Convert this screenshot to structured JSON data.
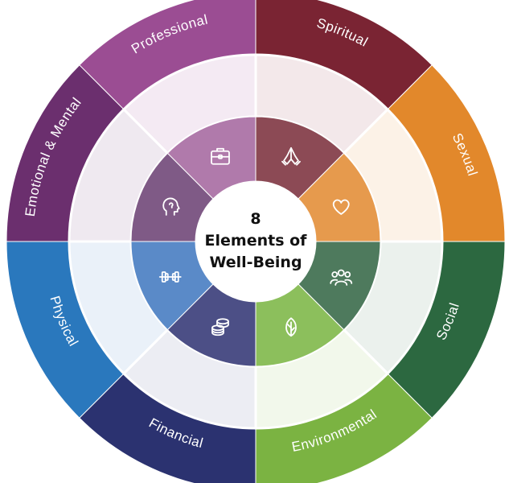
{
  "center": {
    "line1": "8",
    "line2": "Elements of",
    "line3": "Well-Being"
  },
  "segments": [
    {
      "label": "Professional",
      "color": "#9b4d93",
      "tint": "#f4eaf3",
      "icon_color": "#b07aab",
      "icon": "briefcase-icon"
    },
    {
      "label": "Spiritual",
      "color": "#7a2433",
      "tint": "#f3e8ea",
      "icon_color": "#8c4a55",
      "icon": "praying-hands-icon"
    },
    {
      "label": "Sexual",
      "color": "#e2882b",
      "tint": "#fcf2e7",
      "icon_color": "#e69a4d",
      "icon": "heart-icon"
    },
    {
      "label": "Social",
      "color": "#2c6840",
      "tint": "#ebf1ed",
      "icon_color": "#4e7a5d",
      "icon": "people-group-icon"
    },
    {
      "label": "Environmental",
      "color": "#7bb342",
      "tint": "#f2f8eb",
      "icon_color": "#8cbf5c",
      "icon": "leaf-icon"
    },
    {
      "label": "Financial",
      "color": "#2b3270",
      "tint": "#ecedf3",
      "icon_color": "#4c4f86",
      "icon": "coins-icon"
    },
    {
      "label": "Physical",
      "color": "#2a78bd",
      "tint": "#eaf1f9",
      "icon_color": "#5a8ac8",
      "icon": "dumbbell-icon"
    },
    {
      "label": "Emotional & Mental",
      "color": "#6b2f6e",
      "tint": "#efe9f0",
      "icon_color": "#7f5a86",
      "icon": "head-icon"
    }
  ]
}
